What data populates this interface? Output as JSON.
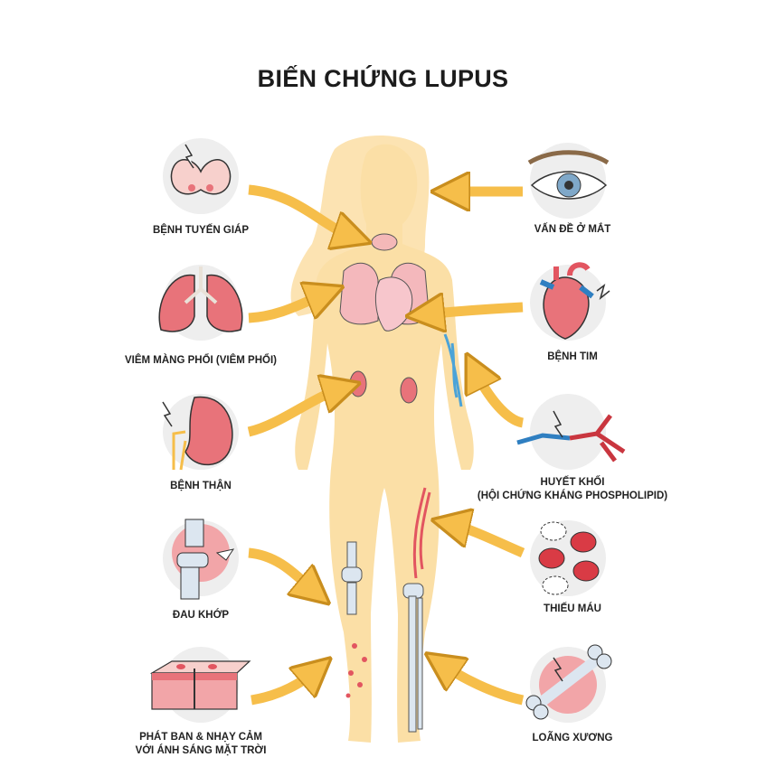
{
  "title": "BIẾN CHỨNG LUPUS",
  "colors": {
    "arrow": "#F6BE4A",
    "arrow_outline": "#C98E1E",
    "body": "#FBDFA6",
    "organ": "#E8737A",
    "vein": "#4BA3D8",
    "circle": "#EEEEEE"
  },
  "left_items": [
    {
      "label": "BỆNH TUYẾN GIÁP",
      "icon": "thyroid-icon"
    },
    {
      "label": "VIÊM MÀNG PHỔI (VIÊM PHỔI)",
      "icon": "lungs-icon"
    },
    {
      "label": "BỆNH THẬN",
      "icon": "kidney-icon"
    },
    {
      "label": "ĐAU KHỚP",
      "icon": "knee-joint-icon"
    },
    {
      "label_line1": "PHÁT BAN & NHẠY CẢM",
      "label_line2": "VỚI ÁNH SÁNG MẶT TRỜI",
      "icon": "skin-rash-icon"
    }
  ],
  "right_items": [
    {
      "label": "VẤN ĐỀ Ở MẮT",
      "icon": "eye-icon"
    },
    {
      "label": "BỆNH TIM",
      "icon": "heart-icon"
    },
    {
      "label_line1": "HUYẾT KHỐI",
      "label_line2": "(HỘI CHỨNG KHÁNG PHOSPHOLIPID)",
      "icon": "blood-clot-icon"
    },
    {
      "label": "THIẾU MÁU",
      "icon": "red-blood-cells-icon"
    },
    {
      "label": "LOÃNG XƯƠNG",
      "icon": "bone-icon"
    }
  ]
}
